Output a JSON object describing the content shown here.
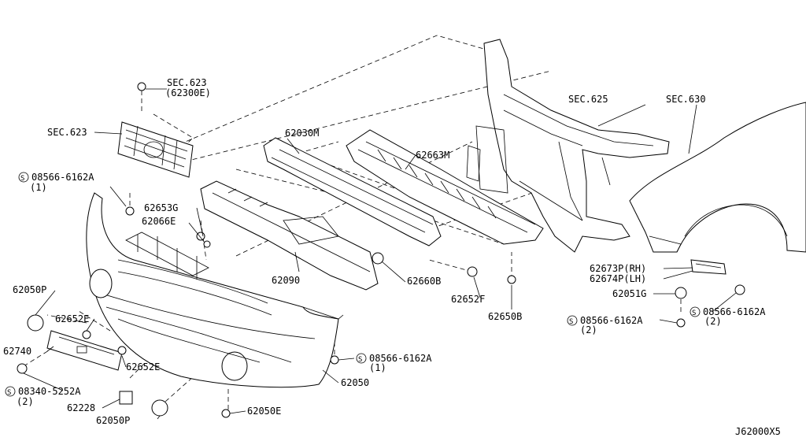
{
  "diagram_id": "J62000X5",
  "labels": {
    "sec623_a": "SEC.623",
    "sec623_a_sub": "(62300E)",
    "sec623_b": "SEC.623",
    "sec625": "SEC.625",
    "sec630": "SEC.630",
    "p62030M": "62030M",
    "p62663M": "62663M",
    "s08566_a": "08566-6162A",
    "s08566_a_qty": "(1)",
    "p62653G": "62653G",
    "p62066E": "62066E",
    "p62090": "62090",
    "p62660B": "62660B",
    "p62652F": "62652F",
    "p62650B": "62650B",
    "p62673P": "62673P(RH)",
    "p62674P": "62674P(LH)",
    "p62051G": "62051G",
    "s08566_b": "08566-6162A",
    "s08566_b_qty": "(2)",
    "s08566_c": "08566-6162A",
    "s08566_c_qty": "(2)",
    "p62050P_a": "62050P",
    "p62652E_a": "62652E",
    "p62740": "62740",
    "p62652E_b": "62652E",
    "s08566_d": "08566-6162A",
    "s08566_d_qty": "(1)",
    "s08340": "08340-5252A",
    "s08340_qty": "(2)",
    "p62050": "62050",
    "p62228": "62228",
    "p62050P_b": "62050P",
    "p62050E": "62050E",
    "s_mark": "S"
  }
}
